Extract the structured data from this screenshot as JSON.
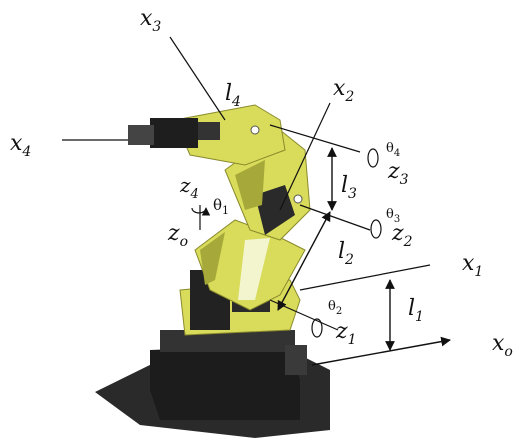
{
  "labels": {
    "x0": "x",
    "x0_sub": "o",
    "x1": "x",
    "x1_sub": "1",
    "x2": "x",
    "x2_sub": "2",
    "x3": "x",
    "x3_sub": "3",
    "x4": "x",
    "x4_sub": "4",
    "z0": "z",
    "z0_sub": "o",
    "z1": "z",
    "z1_sub": "1",
    "z2": "z",
    "z2_sub": "2",
    "z3": "z",
    "z3_sub": "3",
    "z4": "z",
    "z4_sub": "4",
    "l1": "l",
    "l1_sub": "1",
    "l2": "l",
    "l2_sub": "2",
    "l3": "l",
    "l3_sub": "3",
    "l4": "l",
    "l4_sub": "4",
    "theta1": "θ",
    "theta1_sub": "1",
    "theta2": "θ",
    "theta2_sub": "2",
    "theta3": "θ",
    "theta3_sub": "3",
    "theta4": "θ",
    "theta4_sub": "4"
  },
  "colors": {
    "arm_yellow": "#d8dc5a",
    "arm_shadow": "#a6a83a",
    "base_black": "#1c1c1c",
    "servo_black": "#222222",
    "line": "#111111"
  }
}
